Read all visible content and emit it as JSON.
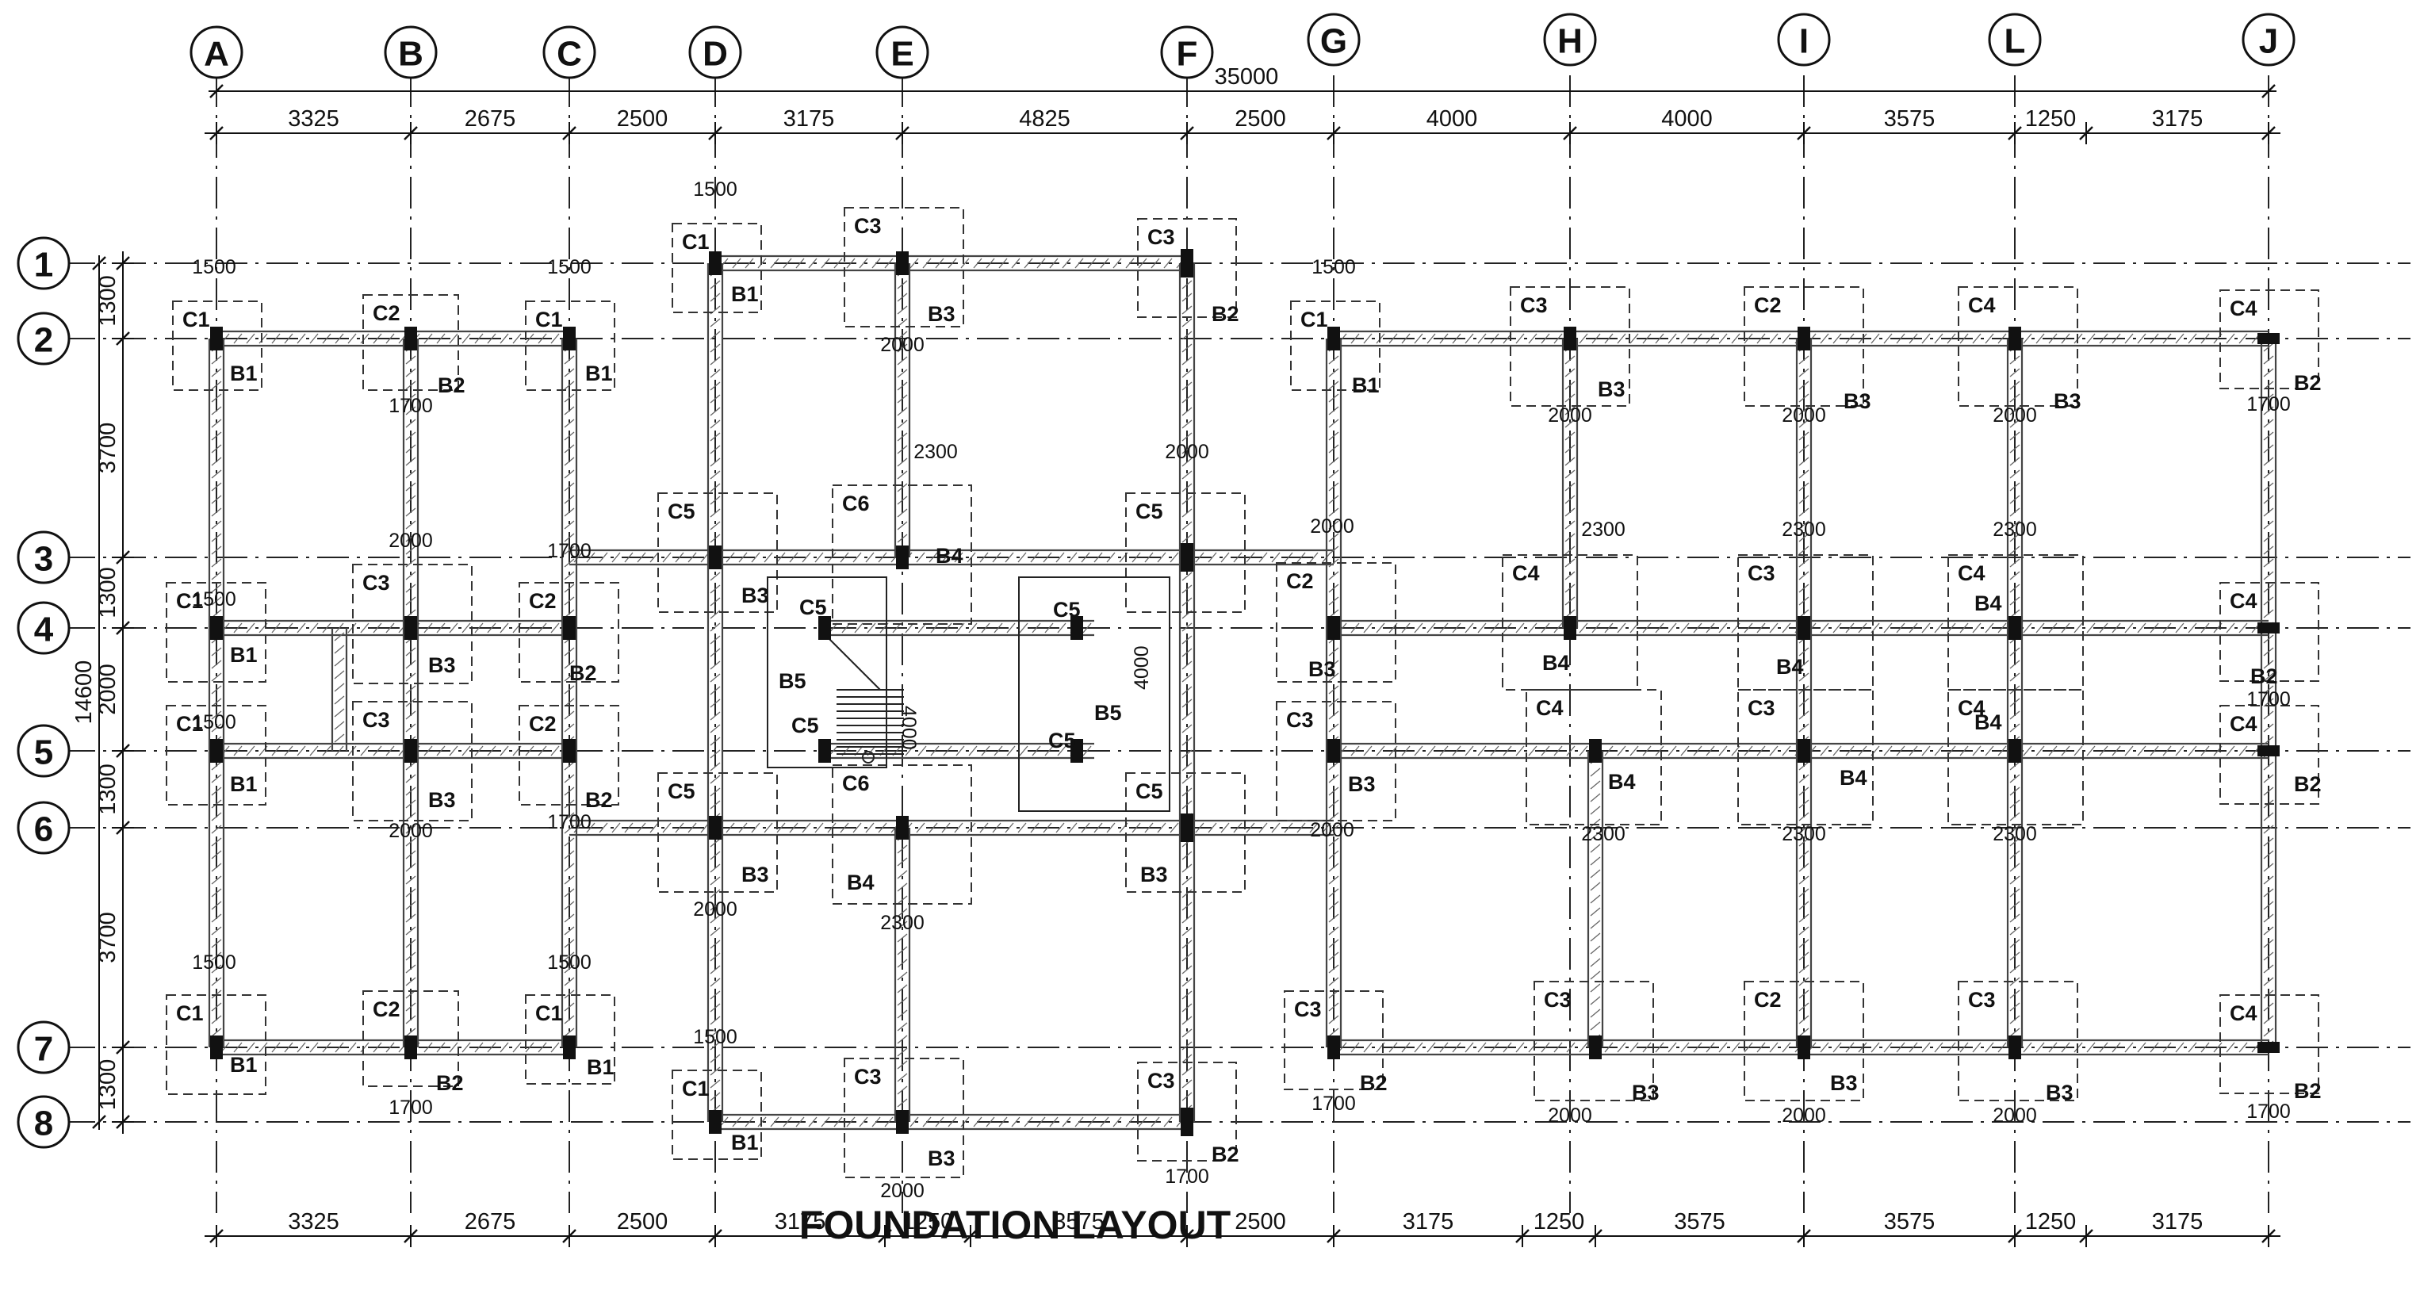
{
  "title": "FOUNDATION LAYOUT",
  "grid_columns": [
    "A",
    "B",
    "C",
    "D",
    "E",
    "F",
    "G",
    "H",
    "I",
    "L",
    "J"
  ],
  "grid_rows": [
    "1",
    "2",
    "3",
    "4",
    "5",
    "6",
    "7",
    "8"
  ],
  "top_overall": "35000",
  "top_dims": [
    "3325",
    "2675",
    "2500",
    "3175",
    "4825",
    "2500",
    "4000",
    "4000",
    "3575",
    "1250",
    "3175"
  ],
  "bottom_dims": [
    "3325",
    "2675",
    "2500",
    "3175",
    "1250",
    "3575",
    "2500",
    "3175",
    "1250",
    "3575",
    "3575",
    "1250",
    "3175"
  ],
  "left_overall": "14600",
  "left_dims": [
    "1300",
    "3700",
    "1300",
    "2000",
    "1300",
    "3700",
    "1300"
  ],
  "footing_labels": [
    "C1",
    "C2",
    "C3",
    "C4",
    "C5",
    "C6"
  ],
  "beam_labels": [
    "B1",
    "B2",
    "B3",
    "B4",
    "B5"
  ],
  "footing_dims": [
    "1500",
    "1700",
    "2000",
    "2300"
  ]
}
